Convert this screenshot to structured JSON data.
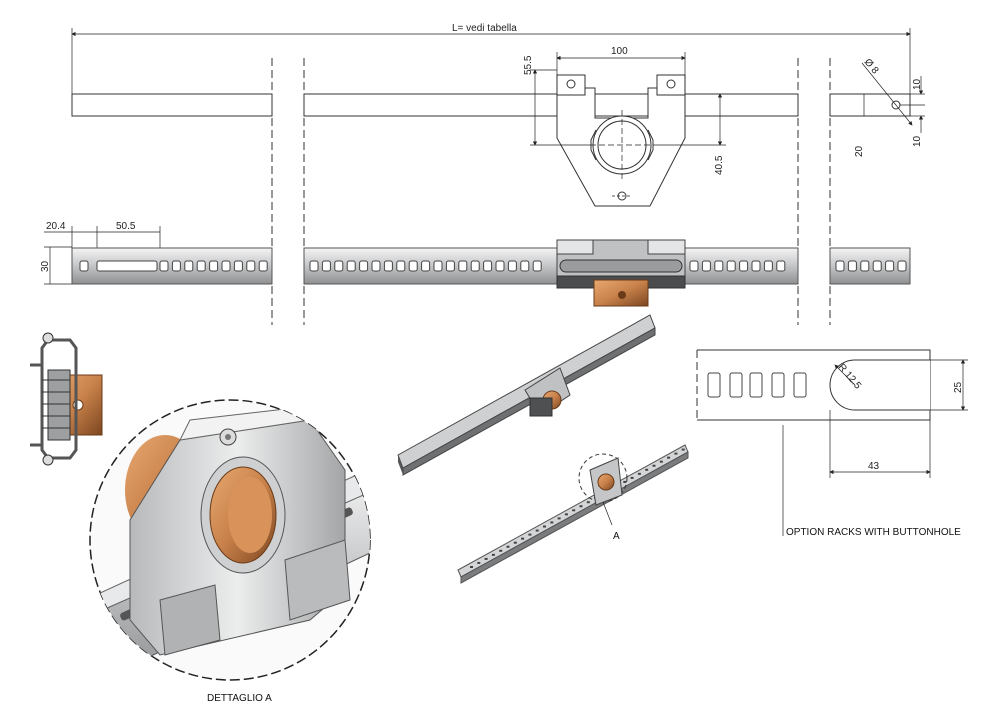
{
  "dimensions": {
    "overall_length": "L= vedi tabella",
    "bracket_width": "100",
    "bracket_top_height": "55.5",
    "bracket_axis_height": "40.5",
    "hole_diameter": "Ø 8",
    "hole_offset_top": "10",
    "hole_offset_bottom": "10",
    "bar_height_side": "20",
    "first_slot_offset": "20.4",
    "slot_pitch": "50.5",
    "rack_height": "30",
    "buttonhole_radius": "R 12.5",
    "buttonhole_height": "25",
    "buttonhole_length": "43"
  },
  "captions": {
    "detail": "DETTAGLIO A",
    "view_marker": "A",
    "option": "OPTION RACKS  WITH BUTTONHOLE"
  },
  "colors": {
    "steel_light": "#d9dadb",
    "steel_mid": "#a9abad",
    "steel_dark": "#6e7072",
    "bronze": "#c8814a",
    "bronze_dark": "#8f5528",
    "line": "#222222"
  }
}
